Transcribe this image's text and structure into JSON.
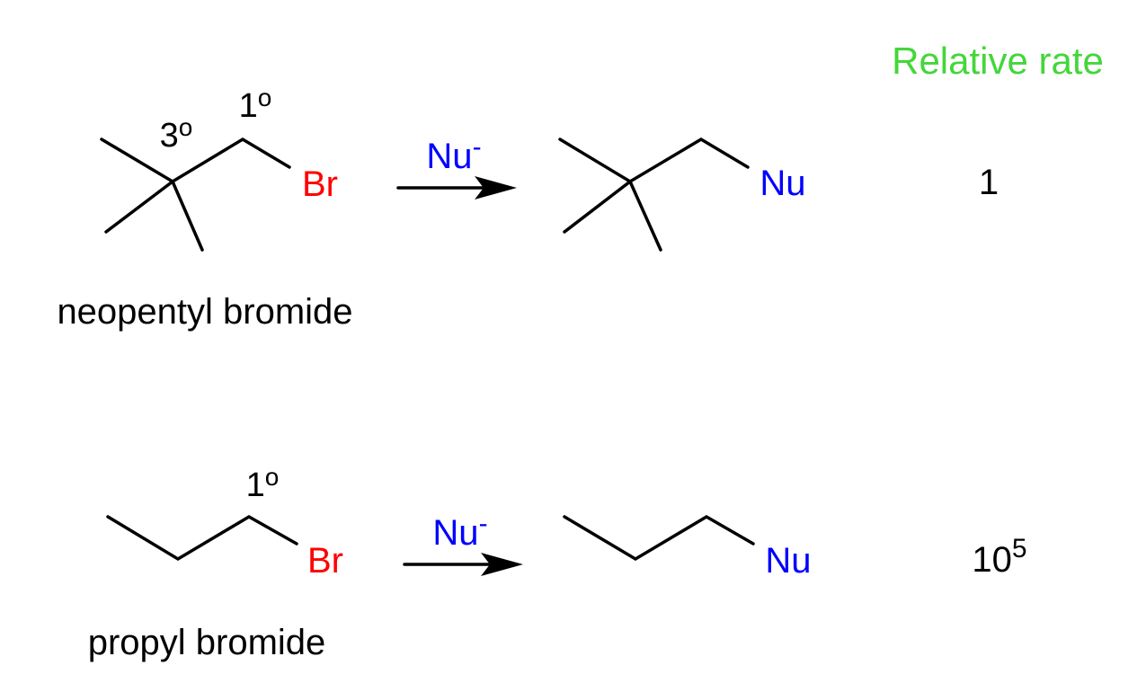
{
  "header": {
    "relative_rate_label": "Relative rate"
  },
  "colors": {
    "bromine": "#ff0000",
    "nucleophile": "#0000ff",
    "header": "#44d63a",
    "text": "#000000"
  },
  "reactions": [
    {
      "name": "neopentyl bromide",
      "leaving_group": "Br",
      "reagent": "Nu",
      "reagent_charge": "-",
      "product_group": "Nu",
      "carbon_labels": [
        {
          "text": "3",
          "sup": "o"
        },
        {
          "text": "1",
          "sup": "o"
        }
      ],
      "relative_rate": "1"
    },
    {
      "name": "propyl bromide",
      "leaving_group": "Br",
      "reagent": "Nu",
      "reagent_charge": "-",
      "product_group": "Nu",
      "carbon_labels": [
        {
          "text": "1",
          "sup": "o"
        }
      ],
      "relative_rate_base": "10",
      "relative_rate_exponent": "5"
    }
  ]
}
